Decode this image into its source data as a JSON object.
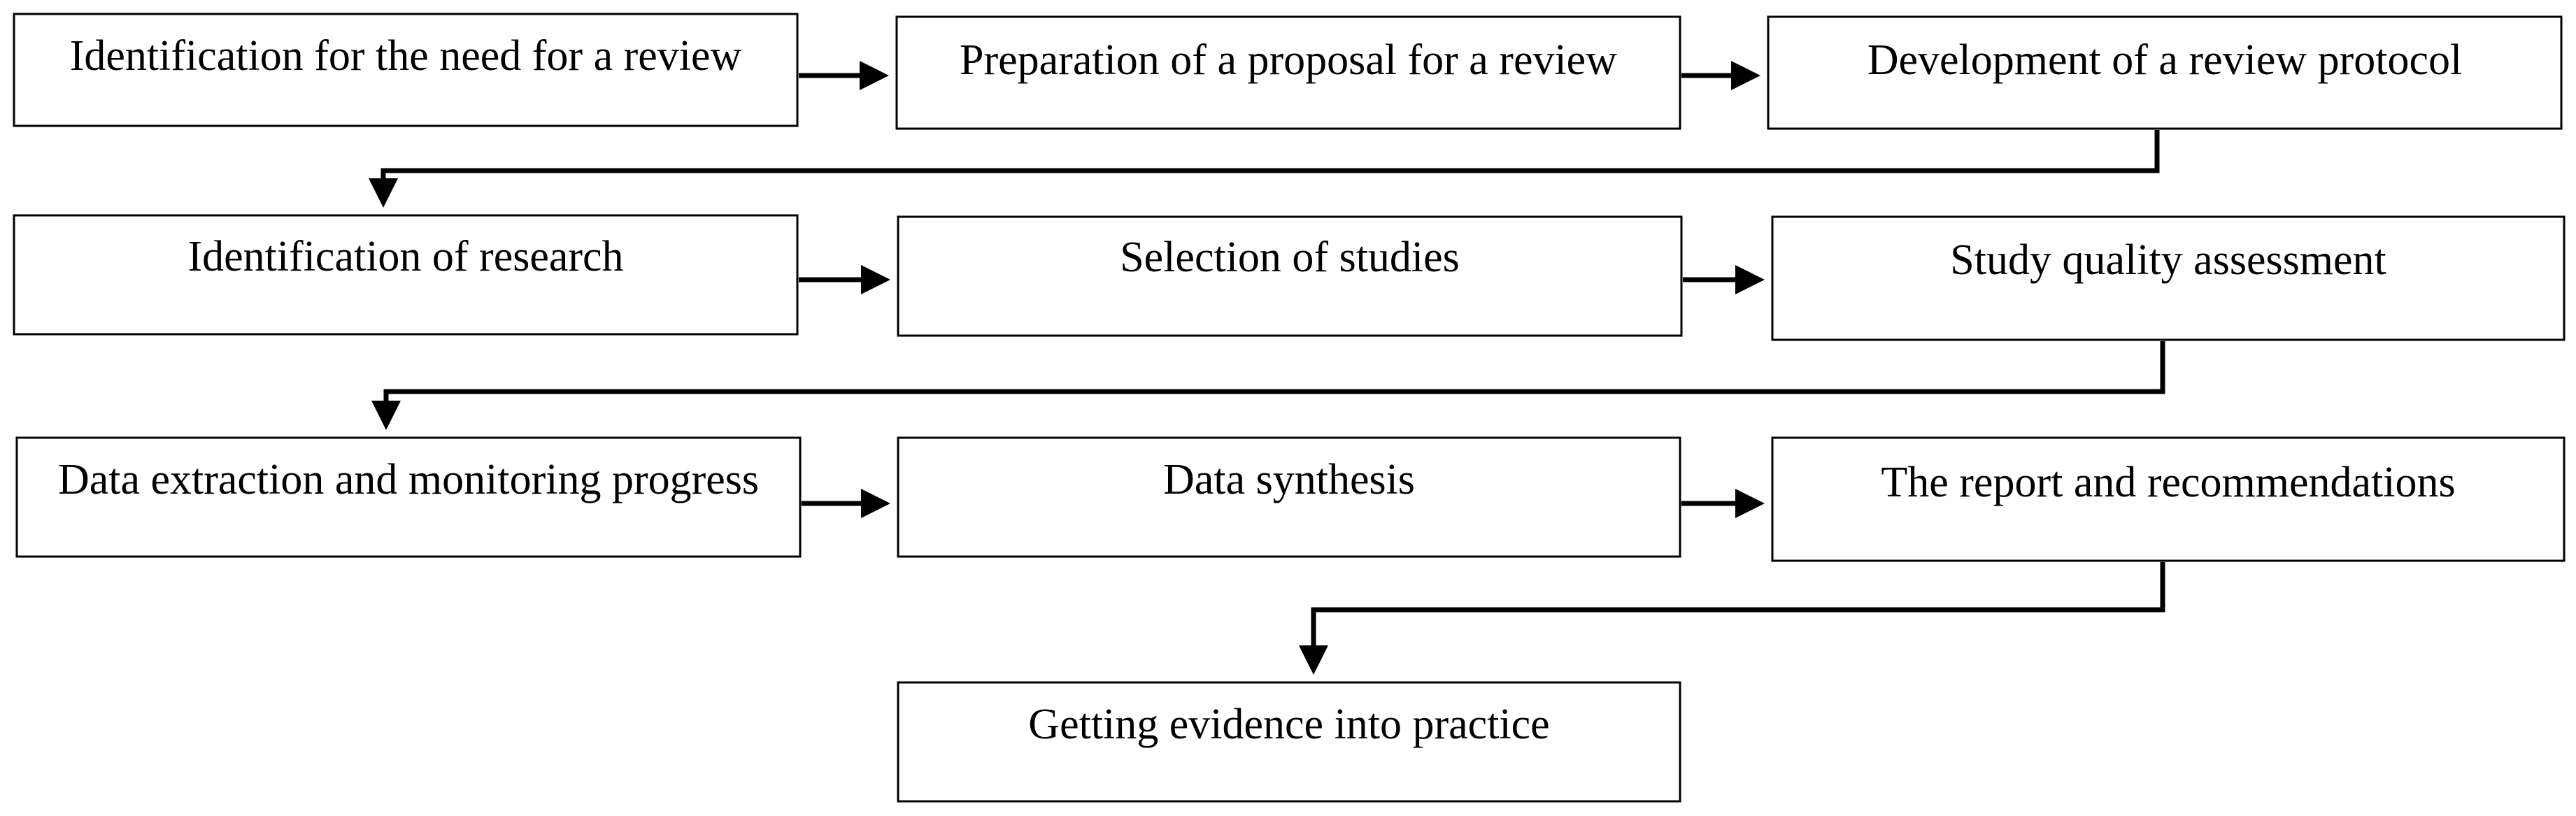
{
  "diagram": {
    "rows": [
      {
        "steps": [
          "Identification for the need for a review",
          "Preparation of a proposal for a review",
          "Development of a review protocol"
        ]
      },
      {
        "steps": [
          "Identification of research",
          "Selection of studies",
          "Study quality assessment"
        ]
      },
      {
        "steps": [
          "Data extraction and monitoring progress",
          "Data synthesis",
          "The report and recommendations"
        ]
      },
      {
        "steps": [
          "Getting evidence into practice"
        ]
      }
    ],
    "colors": {
      "box_border": "#000000",
      "box_fill": "#ffffff",
      "arrow": "#000000",
      "text": "#000000"
    }
  }
}
